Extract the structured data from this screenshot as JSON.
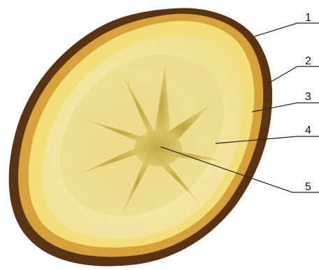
{
  "figure": {
    "callouts": [
      {
        "label": "1"
      },
      {
        "label": "2"
      },
      {
        "label": "3"
      },
      {
        "label": "4"
      },
      {
        "label": "5"
      }
    ],
    "colors": {
      "outer_skin": "#5a3412",
      "rind": "#d7a23a",
      "rind_light": "#f3df7a",
      "flesh": "#f2e49a",
      "core": "#c9b34a",
      "leader_line": "#222222"
    }
  }
}
